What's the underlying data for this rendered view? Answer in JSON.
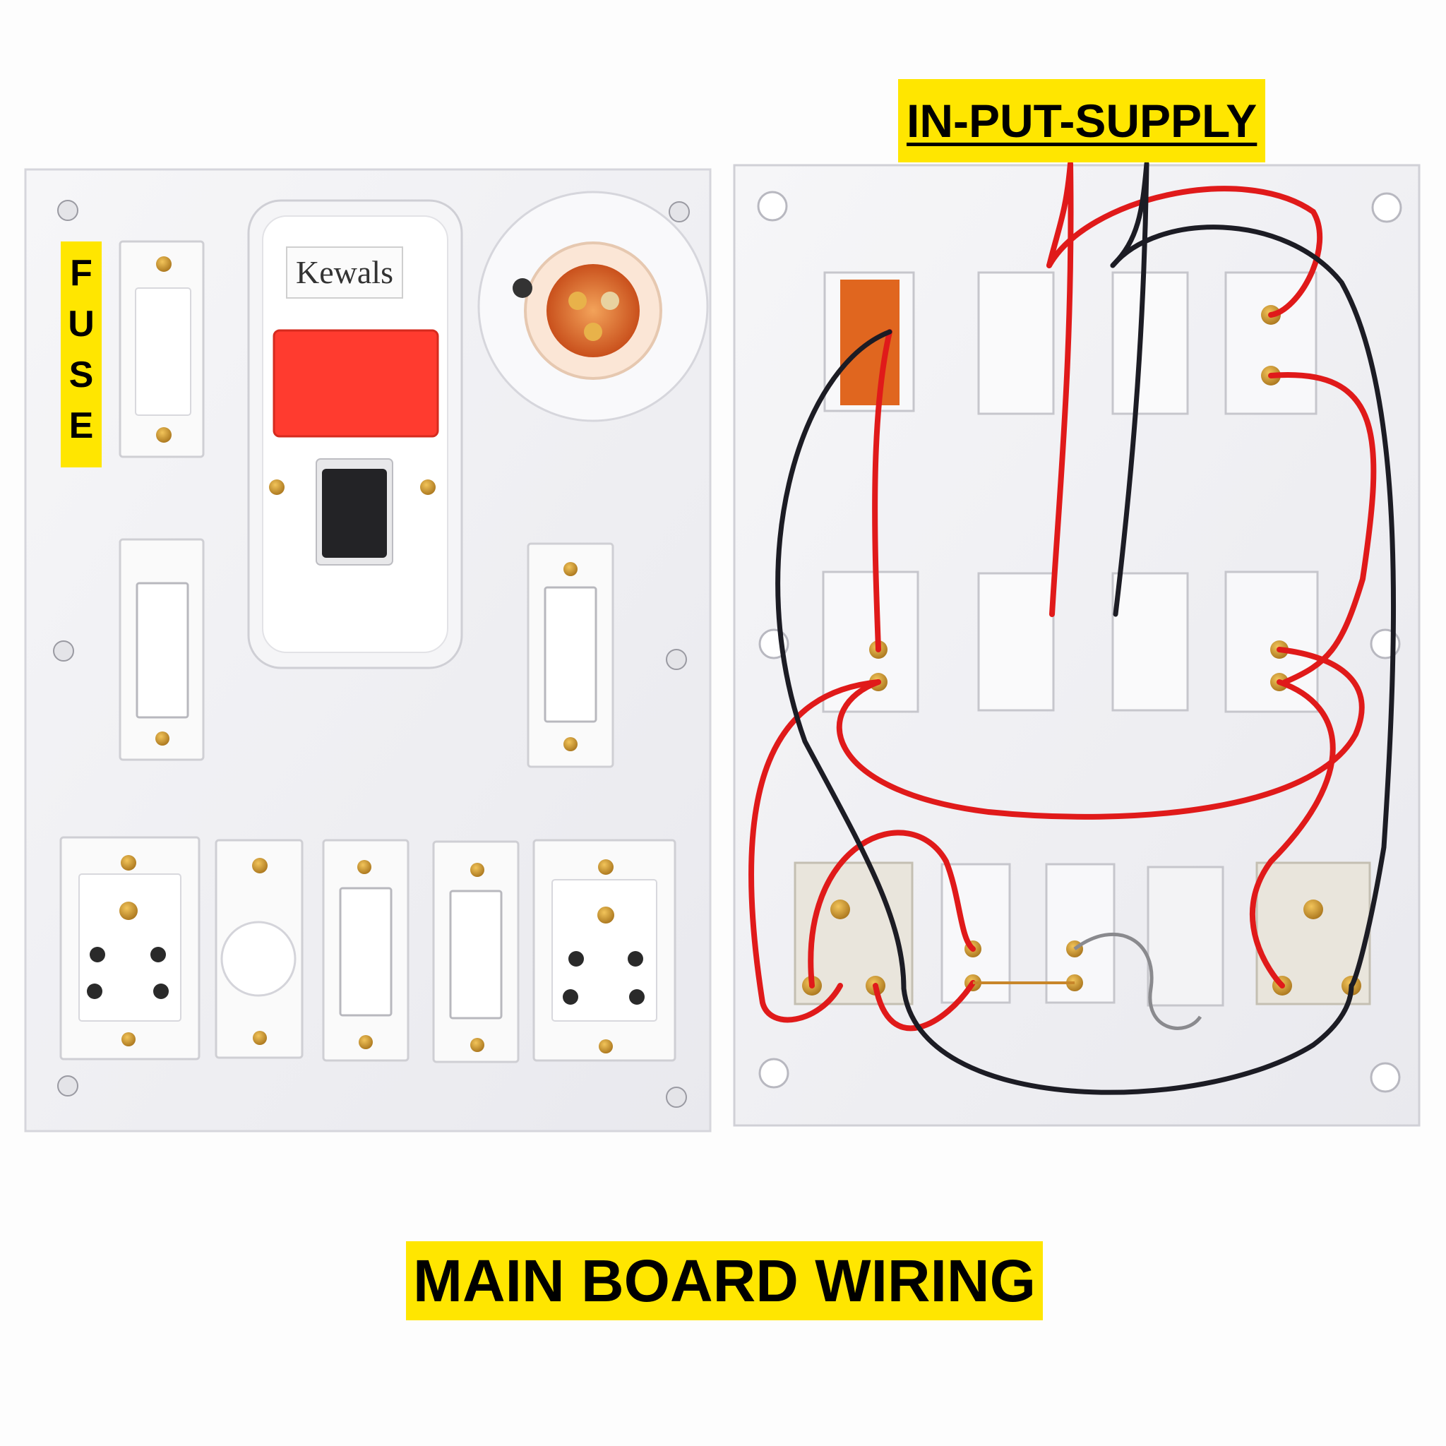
{
  "labels": {
    "input_supply": "IN-PUT-SUPPLY",
    "fuse": "FUSE",
    "main_title": "MAIN BOARD WIRING"
  },
  "brand": {
    "name": "Kewals"
  },
  "colors": {
    "label_background": "#ffe600",
    "label_text": "#000000",
    "board": "#f3f3f5",
    "live_wire": "#e01a1a",
    "neutral_wire": "#1c1c24",
    "indicator": "#ff3b2f",
    "brass": "#c8902a",
    "holder_orange": "#d9501f"
  },
  "scene": {
    "left_board": "front view of switchboard: fuse, Kewals indicator with MCB, batten lamp holder, two switches, two sockets, fan regulator, two switches",
    "right_board": "rear view of switchboard showing red and black wiring between components"
  }
}
